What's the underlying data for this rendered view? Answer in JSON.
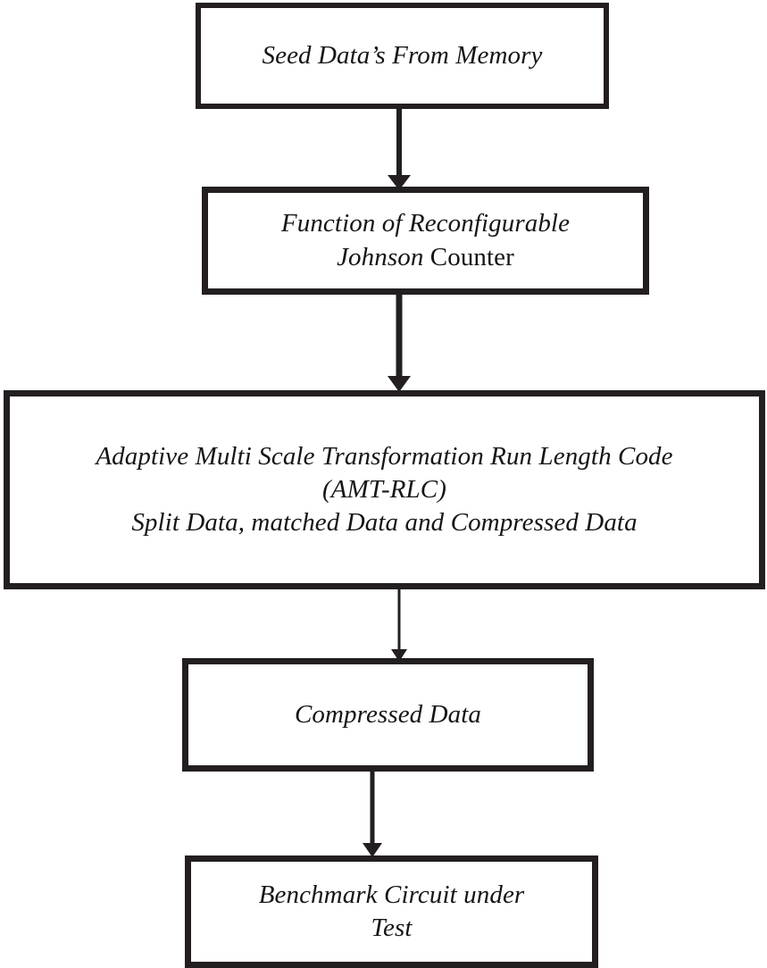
{
  "diagram": {
    "type": "flowchart",
    "orientation": "vertical-top-to-bottom",
    "background_color": "#ffffff",
    "stroke_color": "#231f20",
    "text_color": "#151515",
    "nodes": [
      {
        "id": "seed-data",
        "shape": "rectangle",
        "lines": [
          "Seed Data’s From Memory"
        ],
        "text": "Seed Data’s From Memory"
      },
      {
        "id": "johnson-counter",
        "shape": "rectangle",
        "lines": [
          "Function of Reconfigurable",
          "Johnson",
          "Counter"
        ],
        "line1": "Function of Reconfigurable",
        "line2_italic": "Johnson",
        "line2_roman": "Counter",
        "text": "Function of Reconfigurable Johnson Counter"
      },
      {
        "id": "amt-rlc",
        "shape": "rectangle",
        "lines": [
          "Adaptive Multi Scale Transformation Run Length Code",
          "(AMT-RLC)",
          "Split Data, matched Data and Compressed Data"
        ],
        "line1": "Adaptive Multi Scale Transformation Run Length Code",
        "line2": "(AMT-RLC)",
        "line3": "Split Data, matched Data and Compressed Data"
      },
      {
        "id": "compressed-data",
        "shape": "rectangle",
        "lines": [
          "Compressed Data"
        ],
        "text": "Compressed Data"
      },
      {
        "id": "benchmark-circuit",
        "shape": "rectangle",
        "lines": [
          "Benchmark Circuit under",
          "Test"
        ],
        "line1": "Benchmark Circuit under",
        "line2": "Test"
      }
    ],
    "edges": [
      {
        "id": "seed-to-johnson",
        "from": "seed-data",
        "to": "johnson-counter",
        "style": "solid-arrow",
        "label": ""
      },
      {
        "id": "johnson-to-amt",
        "from": "johnson-counter",
        "to": "amt-rlc",
        "style": "solid-arrow",
        "label": ""
      },
      {
        "id": "amt-to-compressed",
        "from": "amt-rlc",
        "to": "compressed-data",
        "style": "solid-arrow-thin",
        "label": ""
      },
      {
        "id": "compressed-to-benchmark",
        "from": "compressed-data",
        "to": "benchmark-circuit",
        "style": "solid-arrow",
        "label": ""
      }
    ]
  }
}
